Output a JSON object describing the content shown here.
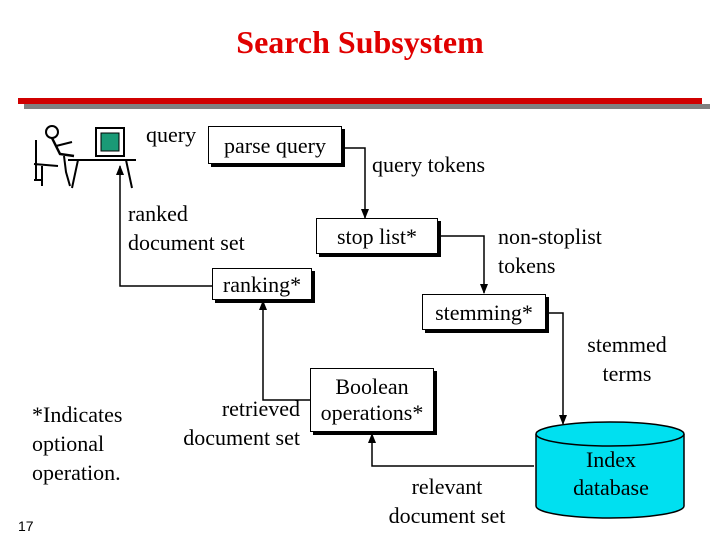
{
  "title": "Search Subsystem",
  "labels": {
    "query": "query",
    "query_tokens": "query tokens",
    "ranked_line1": "ranked",
    "ranked_line2": "document set",
    "nonstop_line1": "non-stoplist",
    "nonstop_line2": "tokens",
    "stemmed_line1": "stemmed",
    "stemmed_line2": "terms",
    "retrieved_line1": "retrieved",
    "retrieved_line2": "document set",
    "relevant_line1": "relevant",
    "relevant_line2": "document set",
    "note_line1": "*Indicates",
    "note_line2": "optional",
    "note_line3": "operation."
  },
  "boxes": {
    "parse_query": "parse query",
    "stop_list": "stop list*",
    "ranking": "ranking*",
    "stemming": "stemming*",
    "boolean_line1": "Boolean",
    "boolean_line2": "operations*"
  },
  "database": {
    "line1": "Index",
    "line2": "database"
  },
  "page_number": "17",
  "colors": {
    "title": "#e00000",
    "rule": "#d00000",
    "rule_shadow": "#808080",
    "monitor_screen": "#1a9a76",
    "database_fill": "#00e0f0"
  },
  "icons": [
    "person-at-computer-icon"
  ]
}
